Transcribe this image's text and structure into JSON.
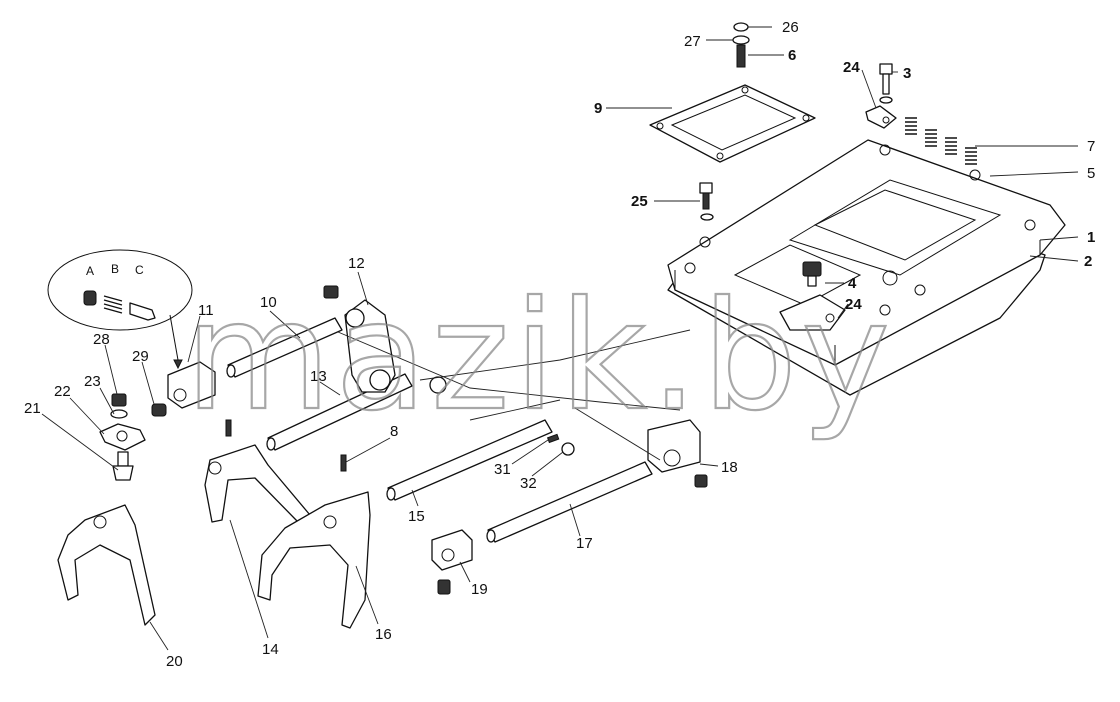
{
  "watermark": "mazik.by",
  "callouts": [
    {
      "id": "c26",
      "text": "26"
    },
    {
      "id": "c27",
      "text": "27"
    },
    {
      "id": "c6",
      "text": "6"
    },
    {
      "id": "c9",
      "text": "9"
    },
    {
      "id": "c24a",
      "text": "24"
    },
    {
      "id": "c3",
      "text": "3"
    },
    {
      "id": "c7",
      "text": "7"
    },
    {
      "id": "c5",
      "text": "5"
    },
    {
      "id": "c25",
      "text": "25"
    },
    {
      "id": "c1",
      "text": "1"
    },
    {
      "id": "c2",
      "text": "2"
    },
    {
      "id": "c4",
      "text": "4"
    },
    {
      "id": "c24b",
      "text": "24"
    },
    {
      "id": "c12",
      "text": "12"
    },
    {
      "id": "c11",
      "text": "11"
    },
    {
      "id": "c10",
      "text": "10"
    },
    {
      "id": "c28",
      "text": "28"
    },
    {
      "id": "c29",
      "text": "29"
    },
    {
      "id": "c13",
      "text": "13"
    },
    {
      "id": "c23",
      "text": "23"
    },
    {
      "id": "c22",
      "text": "22"
    },
    {
      "id": "c21",
      "text": "21"
    },
    {
      "id": "c8",
      "text": "8"
    },
    {
      "id": "c31",
      "text": "31"
    },
    {
      "id": "c18",
      "text": "18"
    },
    {
      "id": "c32",
      "text": "32"
    },
    {
      "id": "c15",
      "text": "15"
    },
    {
      "id": "c17",
      "text": "17"
    },
    {
      "id": "c19",
      "text": "19"
    },
    {
      "id": "c20",
      "text": "20"
    },
    {
      "id": "c14",
      "text": "14"
    },
    {
      "id": "c16",
      "text": "16"
    }
  ],
  "inset": {
    "letters": [
      "A",
      "B",
      "C"
    ]
  }
}
